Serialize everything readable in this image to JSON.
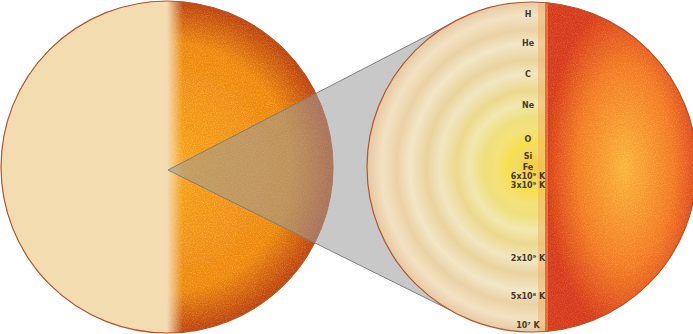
{
  "diagram": {
    "labels": [
      "H",
      "He",
      "C",
      "Ne",
      "O",
      "Si",
      "Fe",
      "6x10⁹ K",
      "3x10⁹ K",
      "2x10⁹ K",
      "5x10⁸ K",
      "10⁷ K"
    ]
  }
}
